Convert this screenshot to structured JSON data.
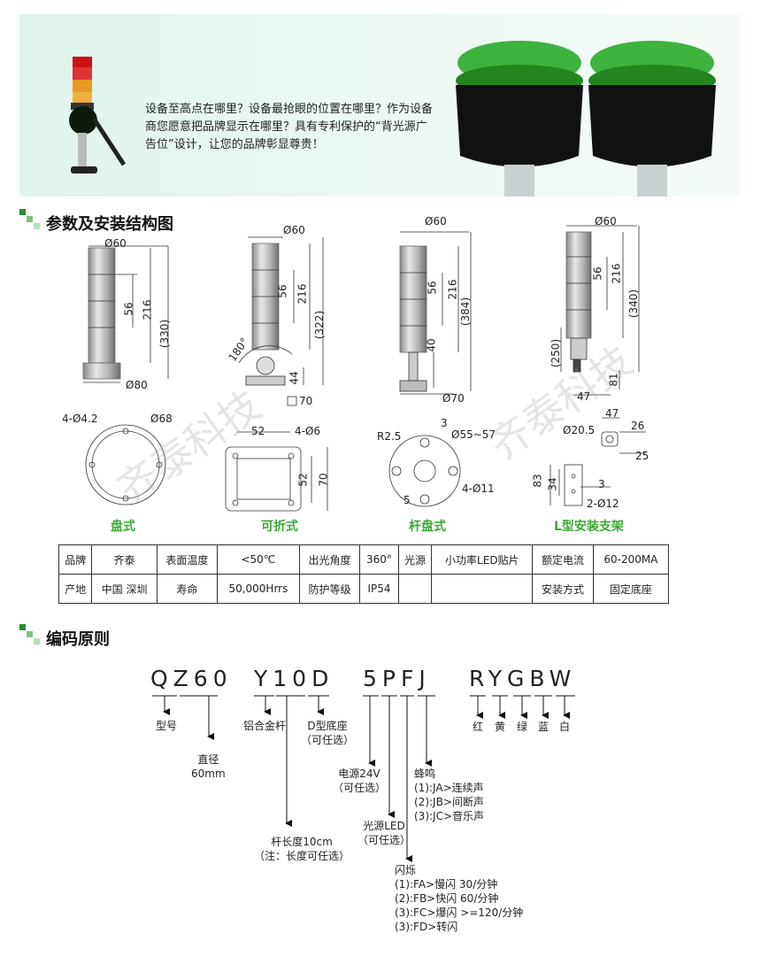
{
  "banner": {
    "lines": [
      "设备至高点在哪里？设备最抢眼的位置在哪里？作为设备",
      "商您愿意把品牌显示在哪里？具有专利保护的“背光源广",
      "告位”设计，让您的品牌彰显尊贵！"
    ]
  },
  "section1": {
    "title": "参数及安装结构图"
  },
  "section2": {
    "title": "编码原则"
  },
  "watermark": "齐泰科技",
  "drawings": {
    "m1": {
      "d_top": "Ø60",
      "h56": "56",
      "h216": "216",
      "h330": "(330)",
      "d_base": "Ø80",
      "holes": "4-Ø4.2",
      "circle": "Ø68"
    },
    "m2": {
      "d_top": "Ø60",
      "h56": "56",
      "h216": "216",
      "h322": "(322)",
      "angle": "180°",
      "h44": "44",
      "sq70": "70",
      "w52": "52",
      "holes": "4-Ø6",
      "h52": "52",
      "h70": "70"
    },
    "m3": {
      "d_top": "Ø60",
      "h56": "56",
      "h216": "216",
      "h384": "(384)",
      "h40": "40",
      "d_base": "Ø70",
      "t3": "3",
      "r": "R2.5",
      "circle": "Ø55~57",
      "t5": "5",
      "holes": "4-Ø11"
    },
    "m4": {
      "d_top": "Ø60",
      "h56": "56",
      "h216": "216",
      "h340": "(340)",
      "h250": "(250)",
      "h81": "81",
      "w47": "47",
      "w47b": "47",
      "d20": "Ø20.5",
      "w26": "26",
      "w25": "25",
      "h83": "83",
      "h34": "34",
      "w3": "3",
      "holes": "2-Ø12"
    }
  },
  "mount_types": [
    "盘式",
    "可折式",
    "杆盘式",
    "L型安装支架"
  ],
  "spec_table": {
    "rows": [
      [
        "品牌",
        "齐泰",
        "表面温度",
        "<50℃",
        "出光角度",
        "360°",
        "光源",
        "小功率LED贴片",
        "额定电流",
        "60-200MA"
      ],
      [
        "产地",
        "中国 深圳",
        "寿命",
        "50,000Hrrs",
        "防护等级",
        "IP54",
        "",
        "",
        "安装方式",
        "固定底座"
      ]
    ]
  },
  "coding": {
    "groups": [
      "QZ60",
      "Y10D",
      "5PFJ",
      "RYGBW"
    ],
    "labels": {
      "xinghao": "型号",
      "zhijing": [
        "直径",
        "60mm"
      ],
      "ganlu": "铝合金杆",
      "ganchang": [
        "杆长度10cm",
        "（注：长度可任选）"
      ],
      "dizuo": [
        "D型底座",
        "（可任选）"
      ],
      "dianyuan": [
        "电源24V",
        "（可任选）"
      ],
      "guangyuan": [
        "光源LED",
        "（可任选）"
      ],
      "shanshuo": [
        "闪烁",
        "(1):FA>慢闪     30/分钟",
        "(2):FB>快闪     60/分钟",
        "(3):FC>爆闪     >=120/分钟",
        "(3):FD>转闪"
      ],
      "fengming": [
        "蜂鸣",
        "(1):JA>连续声",
        "(2):JB>间断声",
        "(3):JC>音乐声"
      ],
      "colors": [
        "红",
        "黄",
        "绿",
        "蓝",
        "白"
      ]
    }
  }
}
